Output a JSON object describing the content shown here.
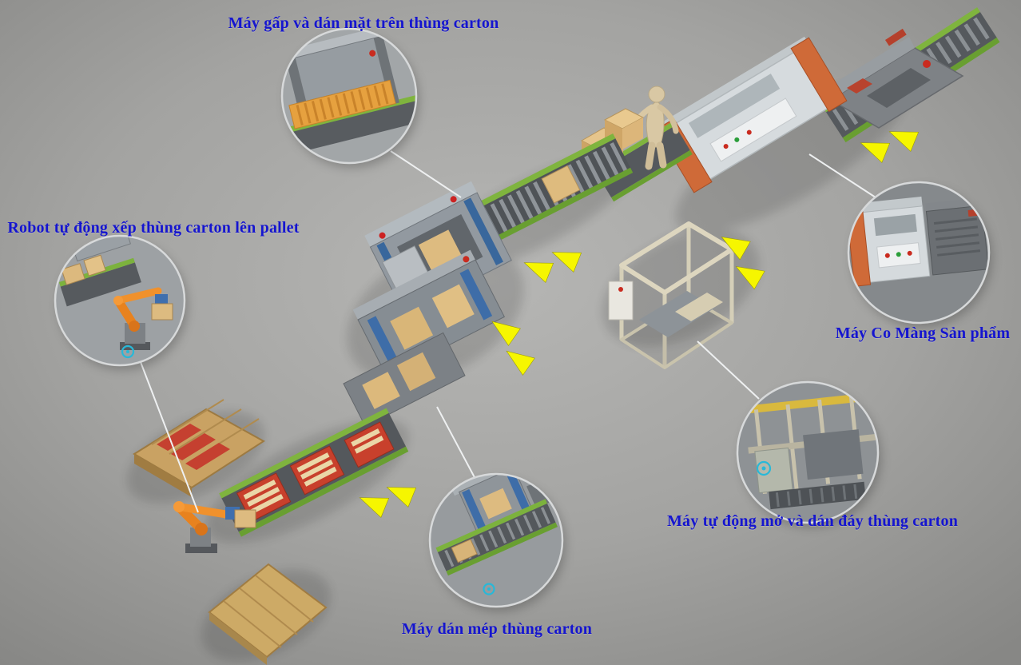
{
  "scene_title": "",
  "callouts": [
    {
      "id": "top-sealer",
      "label": "Máy gấp và dán mặt trên thùng carton"
    },
    {
      "id": "palletizing-robot",
      "label": "Robot tự động  xếp thùng carton lên pallet"
    },
    {
      "id": "shrink-wrapper",
      "label": "Máy Co Màng Sản phẩm"
    },
    {
      "id": "carton-erector",
      "label": "Máy tự động mở và dán đáy thùng carton"
    },
    {
      "id": "edge-sealer",
      "label": "Máy dán mép thùng carton"
    }
  ],
  "colors": {
    "label_text": "#1515cf",
    "arrow_yellow": "#f6f600",
    "callout_line": "#eef0f1",
    "conveyor_green": "#7fb43e",
    "machine_orange": "#cf6a38",
    "carton_beige": "#ddbb80",
    "robot_orange": "#e8821e",
    "pallet_wood": "#c9a263",
    "machine_light_gray": "#d6dbde",
    "background_gray": "#a3a3a1"
  },
  "icons": {
    "flow_arrow": "yellow-triangle-flow-arrow",
    "brand_logo": "cyan-circle-logo"
  }
}
